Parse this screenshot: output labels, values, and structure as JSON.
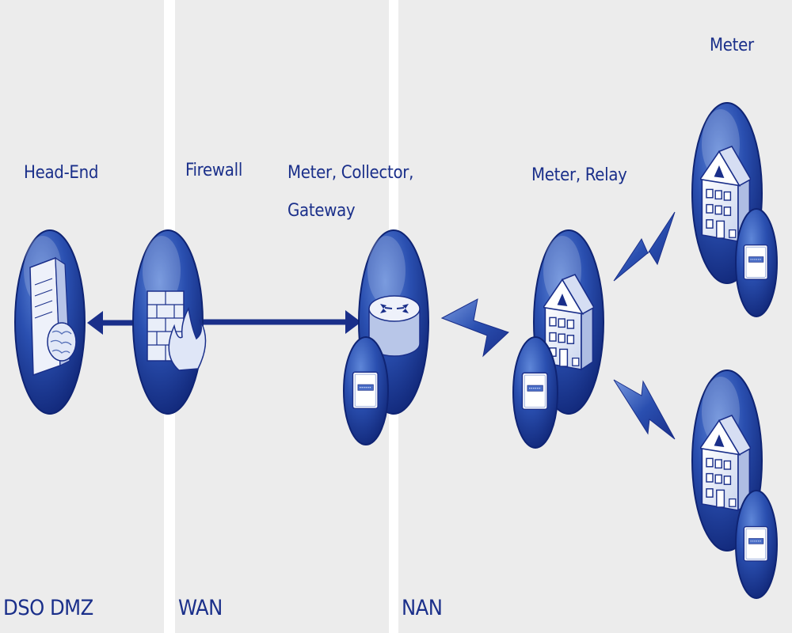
{
  "zones": [
    {
      "label": "DSO DMZ"
    },
    {
      "label": "WAN"
    },
    {
      "label": "NAN"
    }
  ],
  "nodes": {
    "head_end": {
      "label": "Head-End",
      "icon": "server-brain-icon"
    },
    "firewall": {
      "label": "Firewall",
      "icon": "firewall-icon"
    },
    "gateway": {
      "label_line1": "Meter, Collector,",
      "label_line2": "Gateway",
      "icon": "router-icon"
    },
    "relay": {
      "label": "Meter, Relay",
      "icon": "house-icon"
    },
    "meter": {
      "label": "Meter",
      "icon": "house-icon"
    }
  },
  "colors": {
    "zone_bg": "#ececec",
    "separator": "#ffffff",
    "primary": "#1a2f8a",
    "accent": "#2457b4"
  }
}
